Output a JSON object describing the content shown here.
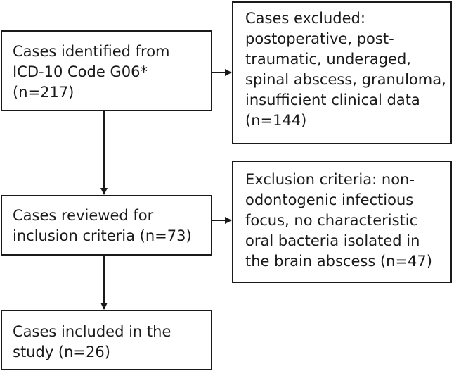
{
  "diagram": {
    "boxes": {
      "identified": {
        "text": "Cases identified from\nICD-10 Code G06*\n(n=217)"
      },
      "excluded": {
        "text": "Cases excluded:\npostoperative, post-\ntraumatic, underaged,\nspinal abscess, granuloma,\ninsufficient clinical data\n(n=144)"
      },
      "reviewed": {
        "text": "Cases reviewed for\ninclusion criteria (n=73)"
      },
      "criteria": {
        "text": "Exclusion criteria: non-\nodontogenic infectious\nfocus, no characteristic\noral bacteria isolated in\nthe brain abscess (n=47)"
      },
      "included": {
        "text": "Cases included in the\nstudy (n=26)"
      }
    },
    "colors": {
      "stroke": "#1a1a1a",
      "background": "#ffffff"
    }
  }
}
